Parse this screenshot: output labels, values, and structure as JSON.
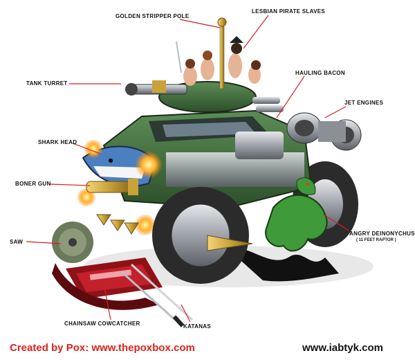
{
  "labels": {
    "golden_pole": "GOLDEN STRIPPER POLE",
    "pirate_slaves": "LESBIAN PIRATE SLAVES",
    "tank_turret": "TANK TURRET",
    "hauling_bacon": "HAULING BACON",
    "jet_engines": "JET ENGINES",
    "shark_head": "SHARK HEAD",
    "boner_gun": "BONER GUN",
    "saw": "SAW",
    "angry_deinonychus": "ANGRY DEINONYCHUS",
    "raptor_note": "( 11 FEET RAPTOR )",
    "chainsaw_cowcatcher": "CHAINSAW COWCATCHER",
    "katanas": "KATANAS"
  },
  "footer": {
    "credit": "Created by Pox: www.thepoxbox.com",
    "site": "www.iabtyk.com"
  },
  "colors": {
    "leader_line": "#d42020",
    "credit_text": "#e0201a",
    "body_green": "#3f6b3c",
    "gold": "#c9a23a",
    "chrome": "#a9acb2",
    "tire": "#2b2b2b",
    "blood": "#a0141a"
  }
}
